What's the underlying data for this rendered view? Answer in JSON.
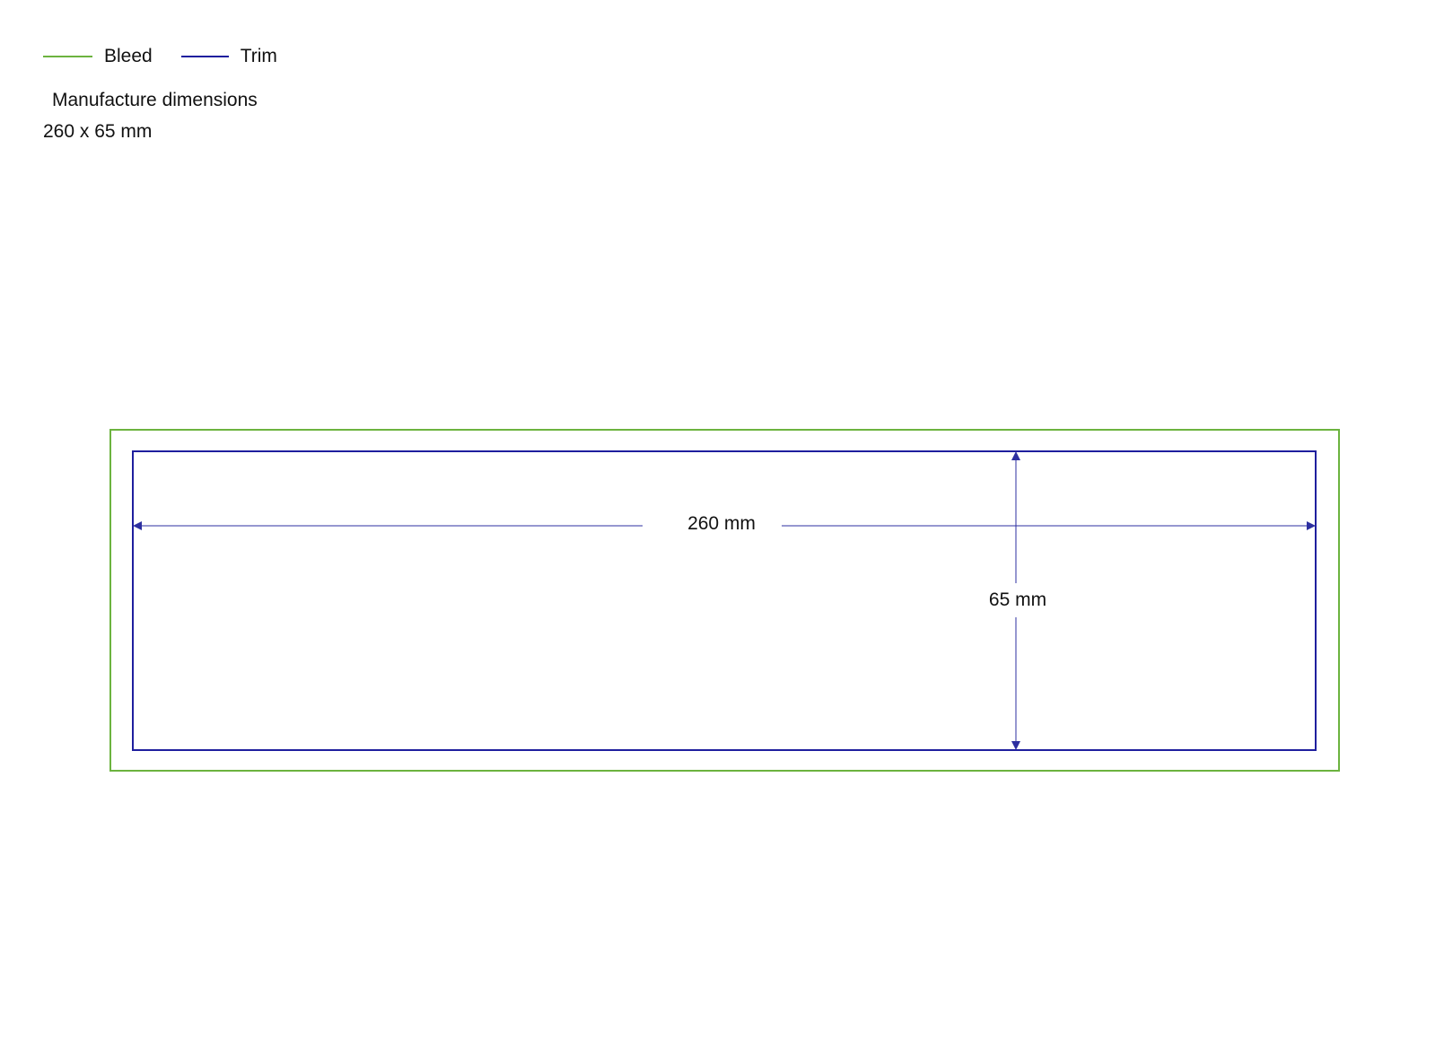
{
  "legend": {
    "bleed_label": "Bleed",
    "trim_label": "Trim"
  },
  "title": "Manufacture dimensions",
  "dimensions_text": "260 x 65 mm",
  "diagram": {
    "width_label": "260 mm",
    "height_label": "65 mm"
  },
  "colors": {
    "bleed": "#6cb33f",
    "trim": "#1f1f9e",
    "arrow": "#2d2fa0"
  }
}
